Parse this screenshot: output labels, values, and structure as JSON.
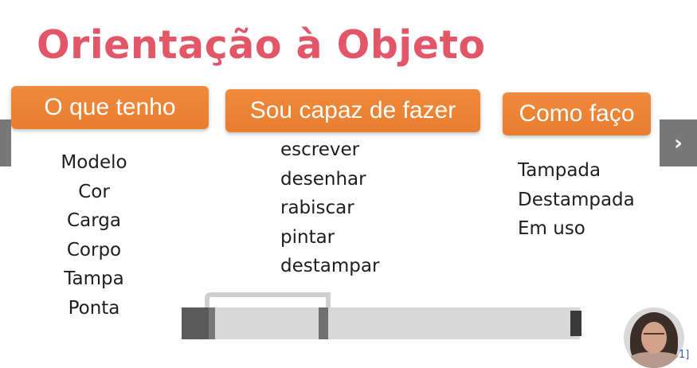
{
  "slide": {
    "title": "Orientação à Objeto",
    "columns": [
      {
        "header": "O que tenho",
        "items": [
          "Modelo",
          "Cor",
          "Carga",
          "Corpo",
          "Tampa",
          "Ponta"
        ]
      },
      {
        "header": "Sou capaz de fazer",
        "items": [
          "escrever",
          "desenhar",
          "rabiscar",
          "pintar",
          "destampar"
        ]
      },
      {
        "header": "Como faço",
        "items": [
          "Tampada",
          "Destampada",
          "Em uso"
        ]
      }
    ],
    "illustration": "marker-pen",
    "colors": {
      "title": "#e25668",
      "badge": "#ec8434",
      "badge_text": "#ffffff",
      "nav": "#787878"
    }
  },
  "navigation": {
    "next_icon": "chevron-right-icon",
    "prev_icon": "previous-slide-tab"
  },
  "overlay": {
    "webcam": "presenter-webcam",
    "corner_text": "1]"
  }
}
